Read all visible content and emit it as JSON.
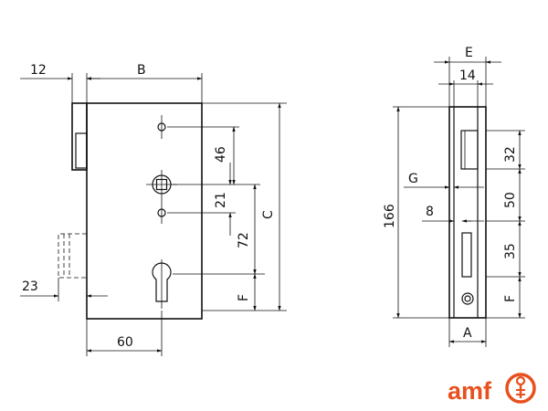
{
  "brand": {
    "logo_text": "amf",
    "logo_color": "#e8501e"
  },
  "front_view": {
    "dim_12": "12",
    "dim_B": "B",
    "dim_46": "46",
    "dim_21": "21",
    "dim_72": "72",
    "dim_C": "C",
    "dim_F": "F",
    "dim_23": "23",
    "dim_60": "60"
  },
  "side_view": {
    "dim_E": "E",
    "dim_14": "14",
    "dim_G": "G",
    "dim_8": "8",
    "dim_166": "166",
    "dim_32": "32",
    "dim_50": "50",
    "dim_35": "35",
    "dim_F": "F",
    "dim_A": "A"
  }
}
